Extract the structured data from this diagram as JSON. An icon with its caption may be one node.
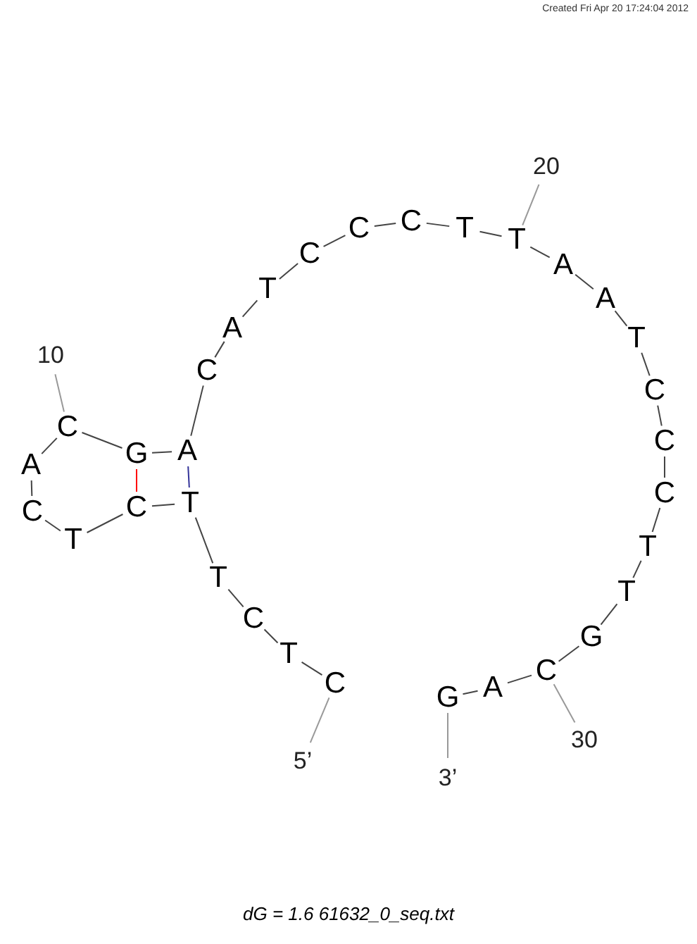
{
  "diagram": {
    "caption": "dG = 1.6 61632_0_seq.txt",
    "nodes": [
      {
        "text": [
          "C"
        ]
      },
      {
        "text": [
          "T"
        ]
      },
      {
        "text": [
          "C"
        ]
      },
      {
        "text": [
          "T"
        ]
      },
      {
        "text": [
          "T"
        ]
      },
      {
        "text": [
          "C"
        ]
      },
      {
        "text": [
          "T"
        ]
      },
      {
        "text": [
          "C"
        ]
      },
      {
        "text": [
          "A"
        ]
      },
      {
        "text": [
          "C"
        ]
      },
      {
        "text": [
          "G"
        ]
      },
      {
        "text": [
          "A"
        ]
      },
      {
        "text": [
          "C"
        ]
      },
      {
        "text": [
          "A"
        ]
      },
      {
        "text": [
          "T"
        ]
      },
      {
        "text": [
          "C"
        ]
      },
      {
        "text": [
          "C"
        ]
      },
      {
        "text": [
          "C"
        ]
      },
      {
        "text": [
          "T"
        ]
      },
      {
        "text": [
          "T"
        ]
      },
      {
        "text": [
          "A"
        ]
      },
      {
        "text": [
          "A"
        ]
      },
      {
        "text": [
          "T"
        ]
      },
      {
        "text": [
          "C"
        ]
      },
      {
        "text": [
          "C"
        ]
      },
      {
        "text": [
          "C"
        ]
      },
      {
        "text": [
          "T"
        ]
      },
      {
        "text": [
          "T"
        ]
      },
      {
        "text": [
          "G"
        ]
      },
      {
        "text": [
          "C"
        ]
      },
      {
        "text": [
          "A"
        ]
      },
      {
        "text": [
          "G"
        ]
      },
      {
        "text": [
          "10"
        ]
      },
      {
        "text": [
          "20"
        ]
      },
      {
        "text": [
          "30"
        ]
      },
      {
        "text": [
          "5’"
        ]
      },
      {
        "text": [
          "3’"
        ]
      }
    ],
    "edges": [
      {
        "from": 0,
        "to": 1,
        "arrow": "none"
      },
      {
        "from": 1,
        "to": 2,
        "arrow": "none"
      },
      {
        "from": 2,
        "to": 3,
        "arrow": "none"
      },
      {
        "from": 3,
        "to": 4,
        "arrow": "none"
      },
      {
        "from": 4,
        "to": 5,
        "arrow": "none"
      },
      {
        "from": 5,
        "to": 6,
        "arrow": "none"
      },
      {
        "from": 6,
        "to": 7,
        "arrow": "none"
      },
      {
        "from": 7,
        "to": 8,
        "arrow": "none"
      },
      {
        "from": 8,
        "to": 9,
        "arrow": "none"
      },
      {
        "from": 9,
        "to": 10,
        "arrow": "none"
      },
      {
        "from": 10,
        "to": 11,
        "arrow": "none"
      },
      {
        "from": 11,
        "to": 12,
        "arrow": "none"
      },
      {
        "from": 12,
        "to": 13,
        "arrow": "none"
      },
      {
        "from": 13,
        "to": 14,
        "arrow": "none"
      },
      {
        "from": 14,
        "to": 15,
        "arrow": "none"
      },
      {
        "from": 15,
        "to": 16,
        "arrow": "none"
      },
      {
        "from": 16,
        "to": 17,
        "arrow": "none"
      },
      {
        "from": 17,
        "to": 18,
        "arrow": "none"
      },
      {
        "from": 18,
        "to": 19,
        "arrow": "none"
      },
      {
        "from": 19,
        "to": 20,
        "arrow": "none"
      },
      {
        "from": 20,
        "to": 21,
        "arrow": "none"
      },
      {
        "from": 21,
        "to": 22,
        "arrow": "none"
      },
      {
        "from": 22,
        "to": 23,
        "arrow": "none"
      },
      {
        "from": 23,
        "to": 24,
        "arrow": "none"
      },
      {
        "from": 24,
        "to": 25,
        "arrow": "none"
      },
      {
        "from": 25,
        "to": 26,
        "arrow": "none"
      },
      {
        "from": 26,
        "to": 27,
        "arrow": "none"
      },
      {
        "from": 27,
        "to": 28,
        "arrow": "none"
      },
      {
        "from": 28,
        "to": 29,
        "arrow": "none"
      },
      {
        "from": 29,
        "to": 30,
        "arrow": "none"
      },
      {
        "from": 30,
        "to": 31,
        "arrow": "none"
      },
      {
        "from": 5,
        "to": 10,
        "arrow": "none",
        "color": "#ff0000"
      },
      {
        "from": 4,
        "to": 11,
        "arrow": "none",
        "color": "#333399"
      },
      {
        "from": 32,
        "to": 9,
        "arrow": "none",
        "color": "#999999"
      },
      {
        "from": 33,
        "to": 19,
        "arrow": "none",
        "color": "#999999"
      },
      {
        "from": 34,
        "to": 29,
        "arrow": "none",
        "color": "#999999"
      },
      {
        "from": 35,
        "to": 0,
        "arrow": "none",
        "color": "#999999"
      },
      {
        "from": 36,
        "to": 31,
        "arrow": "none",
        "color": "#999999"
      }
    ],
    "labels": [
      "Created Fri Apr 20 17:24:04 2012"
    ]
  }
}
